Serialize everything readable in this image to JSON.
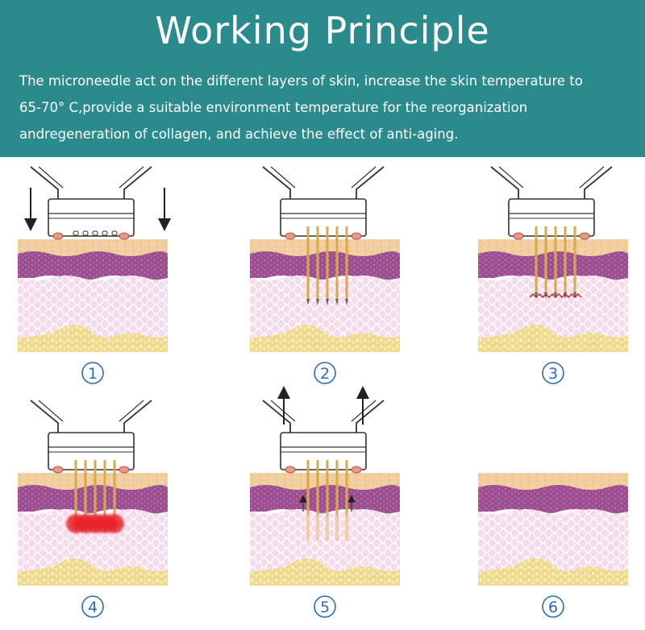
{
  "header": {
    "title": "Working Principle",
    "description_lines": [
      "The microneedle act on the different layers of skin, increase the skin temperature to",
      "65-70° C,provide a suitable environment temperature for the reorganization",
      "andregeneration of collagen, and achieve the effect of anti-aging."
    ]
  },
  "colors": {
    "header_bg": "#2a8a8c",
    "epidermis": "#f2cfa0",
    "dermis_top": "#9a4d8f",
    "dermis": "#f5dcea",
    "fat": "#efd98a",
    "needle": "#d8a84a",
    "heat": "#e8202a",
    "step_number": "#2b6cb8"
  },
  "steps": [
    {
      "number": "1",
      "stage": "press",
      "needles": "retracted",
      "arrows": "down"
    },
    {
      "number": "2",
      "stage": "insert",
      "needles": "deep",
      "arrows": "none"
    },
    {
      "number": "3",
      "stage": "stimulate",
      "needles": "medium",
      "arrows": "none"
    },
    {
      "number": "4",
      "stage": "heat",
      "needles": "medium",
      "arrows": "none"
    },
    {
      "number": "5",
      "stage": "withdraw",
      "needles": "lifting",
      "arrows": "up"
    },
    {
      "number": "6",
      "stage": "recover",
      "needles": "none",
      "arrows": "none"
    }
  ]
}
